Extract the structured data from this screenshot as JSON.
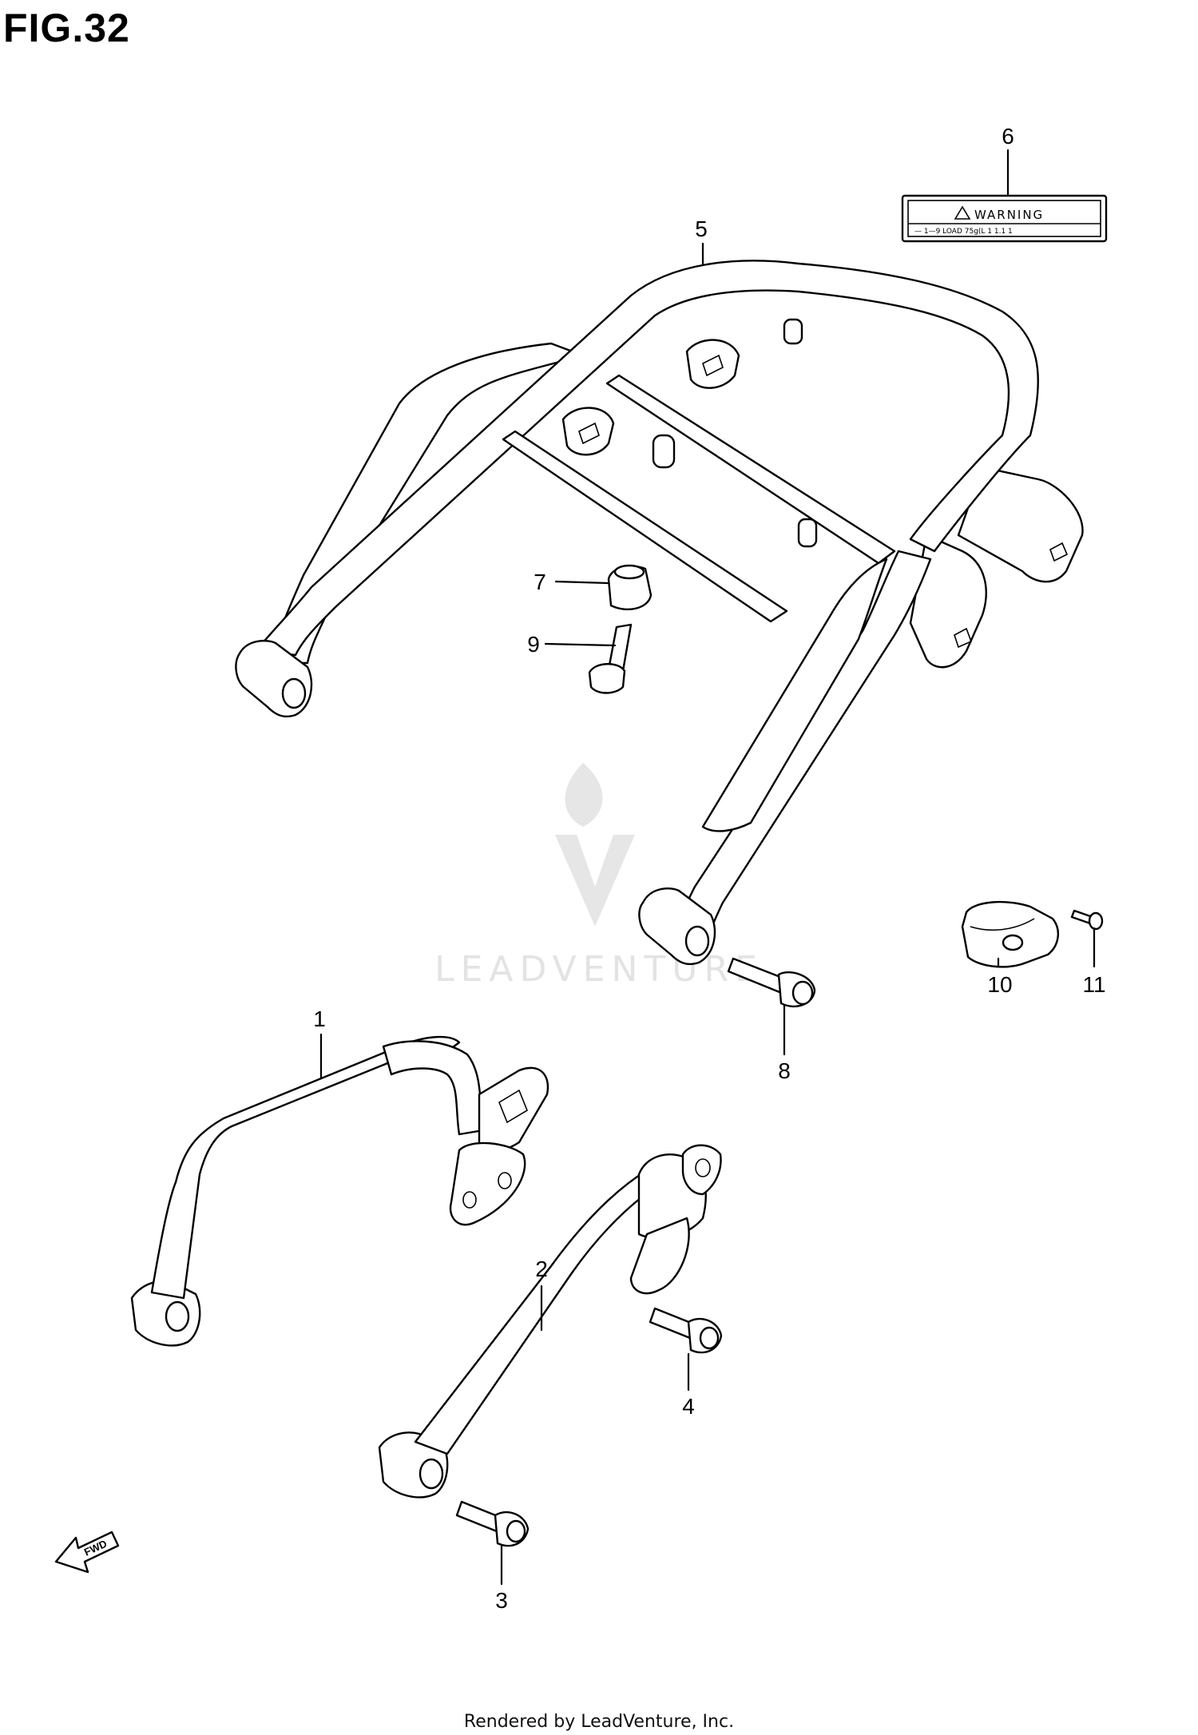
{
  "figure": {
    "title": "FIG.32"
  },
  "callouts": [
    "1",
    "2",
    "3",
    "4",
    "5",
    "6",
    "7",
    "8",
    "9",
    "10",
    "11"
  ],
  "label_sticker": {
    "heading": "WARNING",
    "fine_print": "—  1—9  LOAD  75g(L  1 1.1 1"
  },
  "fwd_arrow": {
    "label": "FWD"
  },
  "watermark": {
    "text": "LEADVENTURE"
  },
  "footer": {
    "text": "Rendered by LeadVenture, Inc."
  }
}
